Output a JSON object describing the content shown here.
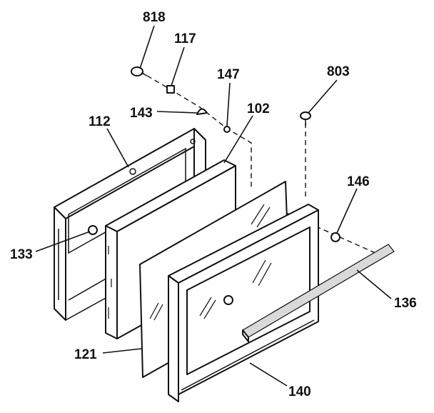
{
  "callouts": {
    "c818": "818",
    "c117": "117",
    "c147": "147",
    "c803": "803",
    "c143": "143",
    "c102": "102",
    "c112": "112",
    "c146": "146",
    "c133": "133",
    "c136": "136",
    "c121": "121",
    "c140": "140"
  }
}
